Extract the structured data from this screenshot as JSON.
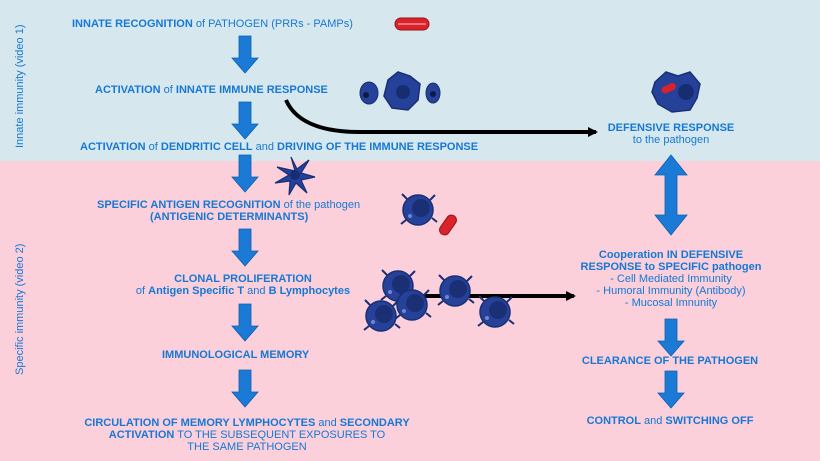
{
  "side_labels": {
    "innate": "Innate immunity (video 1)",
    "specific": "Specific immunity (video 2)"
  },
  "steps": {
    "s1": {
      "b": "INNATE RECOGNITION",
      "n": " of PATHOGEN (PRRs - PAMPs)"
    },
    "s2": {
      "b1": "ACTIVATION",
      "n1": " of ",
      "b2": "INNATE IMMUNE RESPONSE"
    },
    "s3": {
      "b1": "ACTIVATION",
      "n1": " of ",
      "b2": "DENDRITIC CELL",
      "n2": " and ",
      "b3": "DRIVING OF THE IMMUNE  RESPONSE"
    },
    "s4": {
      "b1": "SPECIFIC ANTIGEN RECOGNITION",
      "n1": " of the pathogen",
      "b2": "(ANTIGENIC DETERMINANTS)"
    },
    "s5": {
      "b1": "CLONAL  PROLIFERATION",
      "n1": "of ",
      "b2": "Antigen Specific T",
      "n2": " and ",
      "b3": "B Lymphocytes"
    },
    "s6": {
      "b1": "IMMUNOLOGICAL MEMORY"
    },
    "s7": {
      "b1": "CIRCULATION OF MEMORY LYMPHOCYTES",
      "n1": " and ",
      "b2": "SECONDARY",
      "b3": "ACTIVATION",
      "n2": " TO THE SUBSEQUENT EXPOSURES TO",
      "n3": "THE SAME PATHOGEN"
    }
  },
  "right": {
    "defensive": {
      "b1": "DEFENSIVE RESPONSE",
      "n1": "to the pathogen"
    },
    "cooperation": {
      "b1": "Cooperation IN DEFENSIVE",
      "b2": "RESPONSE to SPECIFIC pathogen",
      "l1": "- Cell Mediated Immunity",
      "l2": "- Humoral Immunity (Antibody)",
      "l3": "- Mucosal Imnunity"
    },
    "clearance": {
      "b1": "CLEARANCE OF THE PATHOGEN"
    },
    "control": {
      "b1": "CONTROL",
      "n1": " and ",
      "b2": "SWITCHING OFF"
    }
  },
  "colors": {
    "top_band": "#d6e8ee",
    "bottom_band": "#fbd0da",
    "text": "#1778d4",
    "arrow": "#1a7ad6",
    "cell": "#25419a",
    "pathogen": "#d9232a"
  },
  "icons": [
    "pathogen-icon",
    "innate-cells-icon",
    "macrophage-icon",
    "dendritic-cell-icon",
    "lymphocyte-icon"
  ]
}
